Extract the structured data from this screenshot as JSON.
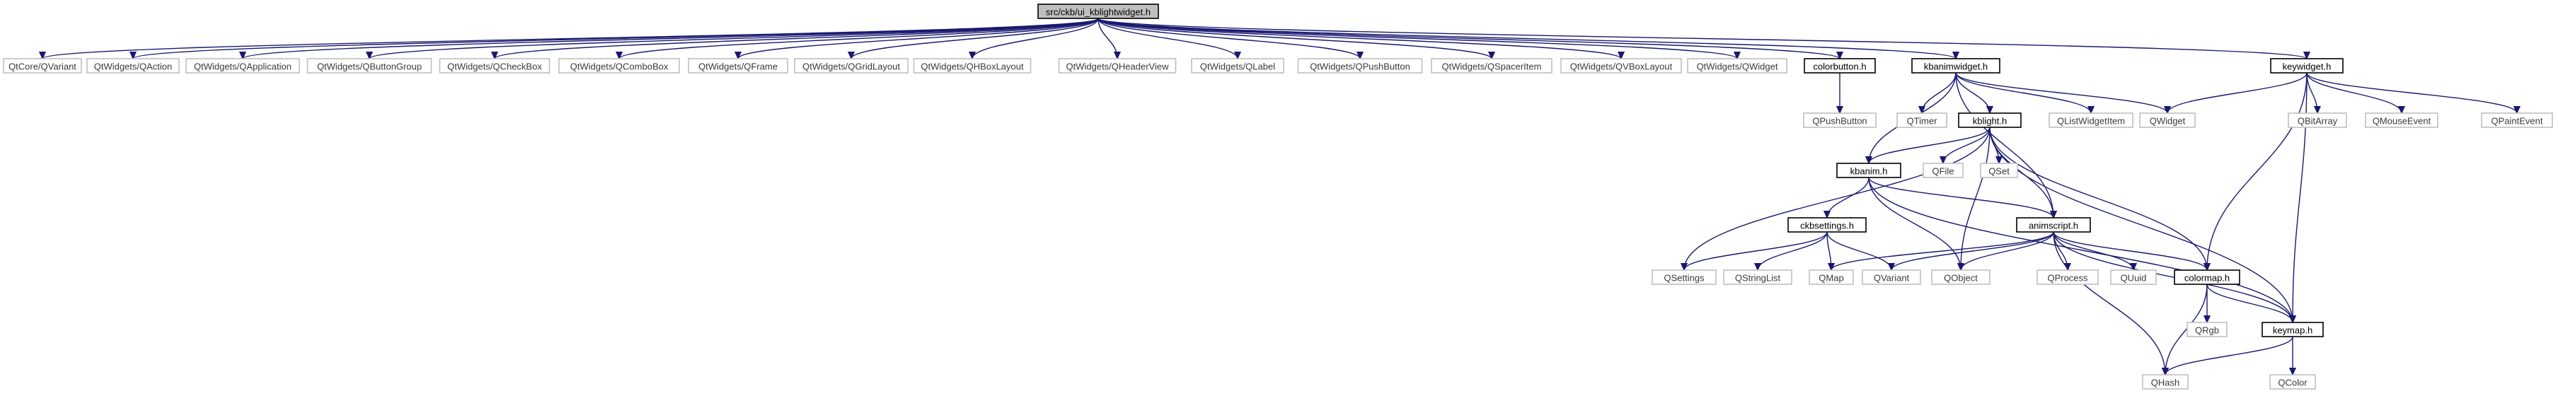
{
  "diagram": {
    "colors": {
      "edge": "#191970",
      "root_fill": "#bfbfbf",
      "local_border": "#000000",
      "external_border": "#bfbfbf",
      "external_text": "#3a3a3a",
      "local_text": "#000000"
    },
    "nodes": [
      {
        "id": "root",
        "label": "src/ckb/ui_kblightwidget.h",
        "kind": "root"
      },
      {
        "id": "qvariant_core",
        "label": "QtCore/QVariant",
        "kind": "external"
      },
      {
        "id": "qaction",
        "label": "QtWidgets/QAction",
        "kind": "external"
      },
      {
        "id": "qapplication",
        "label": "QtWidgets/QApplication",
        "kind": "external"
      },
      {
        "id": "qbuttongroup",
        "label": "QtWidgets/QButtonGroup",
        "kind": "external"
      },
      {
        "id": "qcheckbox",
        "label": "QtWidgets/QCheckBox",
        "kind": "external"
      },
      {
        "id": "qcombobox",
        "label": "QtWidgets/QComboBox",
        "kind": "external"
      },
      {
        "id": "qframe",
        "label": "QtWidgets/QFrame",
        "kind": "external"
      },
      {
        "id": "qgridlayout",
        "label": "QtWidgets/QGridLayout",
        "kind": "external"
      },
      {
        "id": "qhboxlayout",
        "label": "QtWidgets/QHBoxLayout",
        "kind": "external"
      },
      {
        "id": "qheaderview",
        "label": "QtWidgets/QHeaderView",
        "kind": "external"
      },
      {
        "id": "qlabel",
        "label": "QtWidgets/QLabel",
        "kind": "external"
      },
      {
        "id": "qpushbutton_w",
        "label": "QtWidgets/QPushButton",
        "kind": "external"
      },
      {
        "id": "qspaceritem",
        "label": "QtWidgets/QSpacerItem",
        "kind": "external"
      },
      {
        "id": "qvboxlayout",
        "label": "QtWidgets/QVBoxLayout",
        "kind": "external"
      },
      {
        "id": "qwidget_w",
        "label": "QtWidgets/QWidget",
        "kind": "external"
      },
      {
        "id": "colorbutton",
        "label": "colorbutton.h",
        "kind": "local"
      },
      {
        "id": "kbanimwidget",
        "label": "kbanimwidget.h",
        "kind": "local"
      },
      {
        "id": "keywidget",
        "label": "keywidget.h",
        "kind": "local"
      },
      {
        "id": "qpushbutton",
        "label": "QPushButton",
        "kind": "external"
      },
      {
        "id": "qtimer",
        "label": "QTimer",
        "kind": "external"
      },
      {
        "id": "kblight",
        "label": "kblight.h",
        "kind": "local"
      },
      {
        "id": "qlistwidgetitem",
        "label": "QListWidgetItem",
        "kind": "external"
      },
      {
        "id": "qwidget",
        "label": "QWidget",
        "kind": "external"
      },
      {
        "id": "qbitarray",
        "label": "QBitArray",
        "kind": "external"
      },
      {
        "id": "qmouseevent",
        "label": "QMouseEvent",
        "kind": "external"
      },
      {
        "id": "qpaintevent",
        "label": "QPaintEvent",
        "kind": "external"
      },
      {
        "id": "qfile",
        "label": "QFile",
        "kind": "external"
      },
      {
        "id": "qset",
        "label": "QSet",
        "kind": "external"
      },
      {
        "id": "kbanim",
        "label": "kbanim.h",
        "kind": "local"
      },
      {
        "id": "ckbsettings",
        "label": "ckbsettings.h",
        "kind": "local"
      },
      {
        "id": "animscript",
        "label": "animscript.h",
        "kind": "local"
      },
      {
        "id": "qsettings",
        "label": "QSettings",
        "kind": "external"
      },
      {
        "id": "qstringlist",
        "label": "QStringList",
        "kind": "external"
      },
      {
        "id": "qmap",
        "label": "QMap",
        "kind": "external"
      },
      {
        "id": "qvariant",
        "label": "QVariant",
        "kind": "external"
      },
      {
        "id": "qobject",
        "label": "QObject",
        "kind": "external"
      },
      {
        "id": "qprocess",
        "label": "QProcess",
        "kind": "external"
      },
      {
        "id": "quuid",
        "label": "QUuid",
        "kind": "external"
      },
      {
        "id": "colormap",
        "label": "colormap.h",
        "kind": "local"
      },
      {
        "id": "qrgb",
        "label": "QRgb",
        "kind": "external"
      },
      {
        "id": "keymap",
        "label": "keymap.h",
        "kind": "local"
      },
      {
        "id": "qhash",
        "label": "QHash",
        "kind": "external"
      },
      {
        "id": "qcolor",
        "label": "QColor",
        "kind": "external"
      }
    ],
    "edges": [
      [
        "root",
        "qvariant_core"
      ],
      [
        "root",
        "qaction"
      ],
      [
        "root",
        "qapplication"
      ],
      [
        "root",
        "qbuttongroup"
      ],
      [
        "root",
        "qcheckbox"
      ],
      [
        "root",
        "qcombobox"
      ],
      [
        "root",
        "qframe"
      ],
      [
        "root",
        "qgridlayout"
      ],
      [
        "root",
        "qhboxlayout"
      ],
      [
        "root",
        "qheaderview"
      ],
      [
        "root",
        "qlabel"
      ],
      [
        "root",
        "qpushbutton_w"
      ],
      [
        "root",
        "qspaceritem"
      ],
      [
        "root",
        "qvboxlayout"
      ],
      [
        "root",
        "qwidget_w"
      ],
      [
        "root",
        "colorbutton"
      ],
      [
        "root",
        "kbanimwidget"
      ],
      [
        "root",
        "keywidget"
      ],
      [
        "colorbutton",
        "qpushbutton"
      ],
      [
        "kbanimwidget",
        "qtimer"
      ],
      [
        "kbanimwidget",
        "kblight"
      ],
      [
        "kbanimwidget",
        "qlistwidgetitem"
      ],
      [
        "kbanimwidget",
        "qwidget"
      ],
      [
        "kbanimwidget",
        "kbanim"
      ],
      [
        "kbanimwidget",
        "animscript"
      ],
      [
        "keywidget",
        "qwidget"
      ],
      [
        "keywidget",
        "qbitarray"
      ],
      [
        "keywidget",
        "qmouseevent"
      ],
      [
        "keywidget",
        "qpaintevent"
      ],
      [
        "keywidget",
        "colormap"
      ],
      [
        "keywidget",
        "keymap"
      ],
      [
        "kblight",
        "qfile"
      ],
      [
        "kblight",
        "qset"
      ],
      [
        "kblight",
        "kbanim"
      ],
      [
        "kblight",
        "animscript"
      ],
      [
        "kblight",
        "qsettings"
      ],
      [
        "kblight",
        "qobject"
      ],
      [
        "kblight",
        "colormap"
      ],
      [
        "kblight",
        "keymap"
      ],
      [
        "kbanim",
        "ckbsettings"
      ],
      [
        "kbanim",
        "animscript"
      ],
      [
        "kbanim",
        "qobject"
      ],
      [
        "kbanim",
        "keymap"
      ],
      [
        "ckbsettings",
        "qsettings"
      ],
      [
        "ckbsettings",
        "qstringlist"
      ],
      [
        "ckbsettings",
        "qmap"
      ],
      [
        "ckbsettings",
        "qvariant"
      ],
      [
        "animscript",
        "qmap"
      ],
      [
        "animscript",
        "qvariant"
      ],
      [
        "animscript",
        "qobject"
      ],
      [
        "animscript",
        "qprocess"
      ],
      [
        "animscript",
        "quuid"
      ],
      [
        "animscript",
        "colormap"
      ],
      [
        "animscript",
        "keymap"
      ],
      [
        "animscript",
        "qhash"
      ],
      [
        "colormap",
        "qrgb"
      ],
      [
        "colormap",
        "keymap"
      ],
      [
        "colormap",
        "qhash"
      ],
      [
        "keymap",
        "qhash"
      ],
      [
        "keymap",
        "qcolor"
      ]
    ]
  }
}
